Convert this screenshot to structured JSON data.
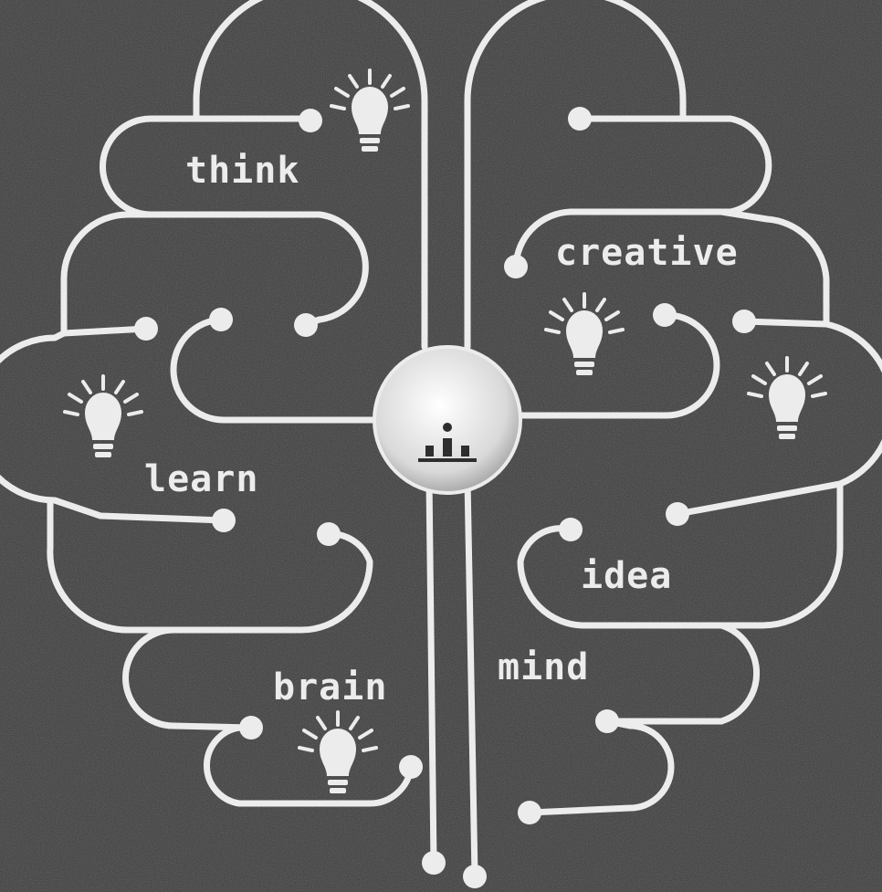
{
  "labels": {
    "think": "think",
    "creative": "creative",
    "learn": "learn",
    "idea": "idea",
    "brain": "brain",
    "mind": "mind"
  },
  "colors": {
    "background": "#3a3a3a",
    "line": "#ececec"
  },
  "icons": [
    "lightbulb-icon",
    "bar-chart-icon"
  ]
}
